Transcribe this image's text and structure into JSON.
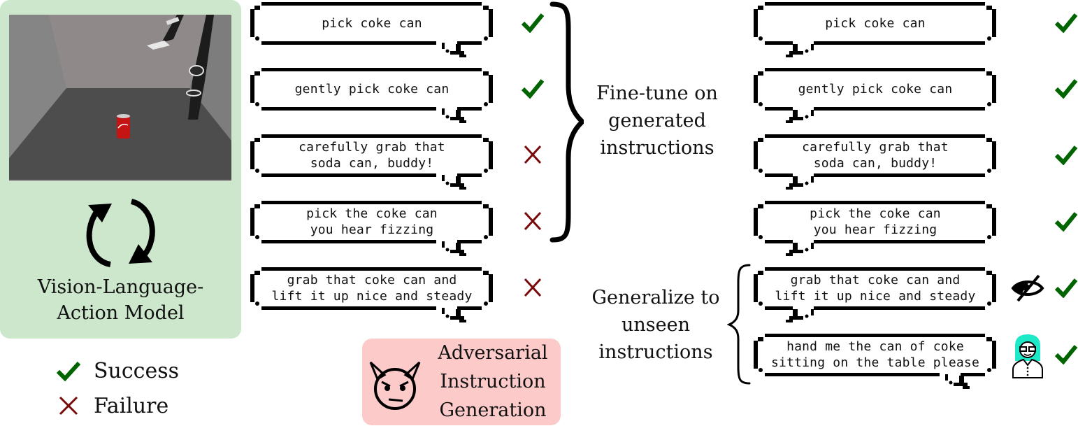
{
  "model_panel": {
    "title_line1": "Vision-Language-",
    "title_line2": "Action Model",
    "background_color": "#cce7cc",
    "scene": "robot-arm-with-coke-can"
  },
  "legend": {
    "success_label": "Success",
    "failure_label": "Failure",
    "success_color": "#006400",
    "failure_color": "#7a0a0a"
  },
  "left_column": {
    "instructions": [
      {
        "lines": [
          "pick coke can"
        ],
        "result": "success"
      },
      {
        "lines": [
          "gently pick coke can"
        ],
        "result": "success"
      },
      {
        "lines": [
          "carefully grab that",
          "soda can, buddy!"
        ],
        "result": "failure"
      },
      {
        "lines": [
          "pick the coke can",
          "you hear fizzing"
        ],
        "result": "failure"
      },
      {
        "lines": [
          "grab that coke can and",
          "lift it up nice and steady"
        ],
        "result": "failure"
      }
    ]
  },
  "adversarial": {
    "line1": "Adversarial",
    "line2": "Instruction",
    "line3": "Generation",
    "icon": "devil-face-icon",
    "background_color": "#fdcaca"
  },
  "finetune_label": {
    "line1": "Fine-tune on",
    "line2": "generated",
    "line3": "instructions"
  },
  "generalize_label": {
    "line1": "Generalize to",
    "line2": "unseen",
    "line3": "instructions"
  },
  "right_column": {
    "instructions": [
      {
        "lines": [
          "pick coke can"
        ],
        "result": "success",
        "tag": ""
      },
      {
        "lines": [
          "gently pick coke can"
        ],
        "result": "success",
        "tag": ""
      },
      {
        "lines": [
          "carefully grab that",
          "soda can, buddy!"
        ],
        "result": "success",
        "tag": ""
      },
      {
        "lines": [
          "pick the coke can",
          "you hear fizzing"
        ],
        "result": "success",
        "tag": ""
      },
      {
        "lines": [
          "grab that coke can and",
          "lift it up nice and steady"
        ],
        "result": "success",
        "tag": "eye-slash-icon"
      },
      {
        "lines": [
          "hand me the can of coke",
          "sitting on the table please"
        ],
        "result": "success",
        "tag": "person-icon"
      }
    ]
  },
  "colors": {
    "person_hair": "#1de9c8"
  }
}
